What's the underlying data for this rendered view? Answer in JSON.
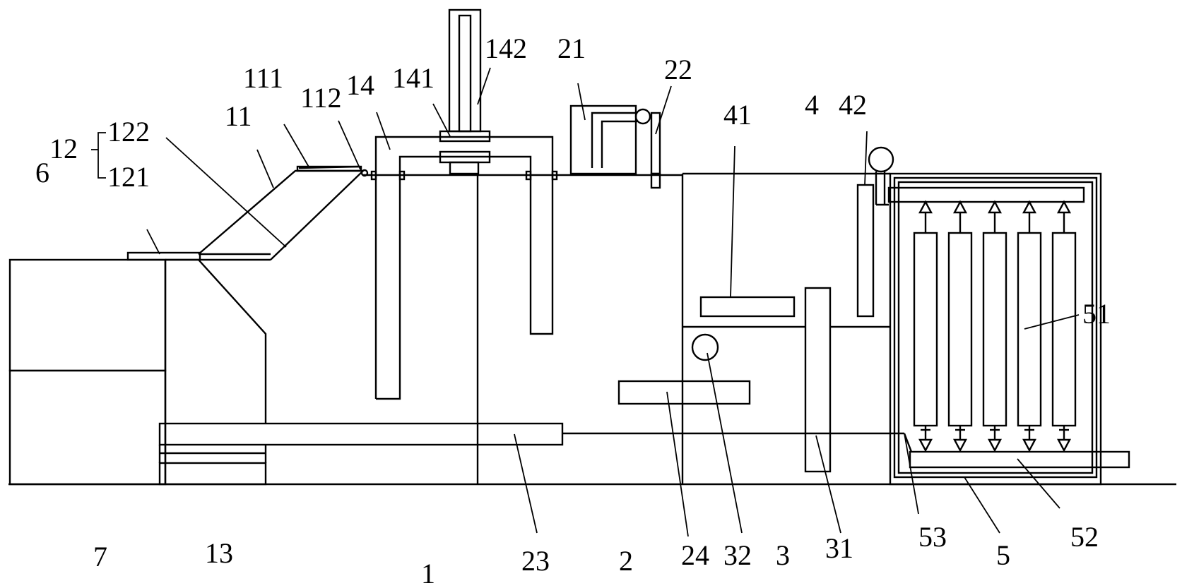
{
  "labels": {
    "l1": "1",
    "l2": "2",
    "l3": "3",
    "l4": "4",
    "l5": "5",
    "l6": "6",
    "l7": "7",
    "l11": "11",
    "l12": "12",
    "l13": "13",
    "l14": "14",
    "l21": "21",
    "l22": "22",
    "l23": "23",
    "l24": "24",
    "l31": "31",
    "l32": "32",
    "l41": "41",
    "l42": "42",
    "l51": "51",
    "l52": "52",
    "l53": "53",
    "l111": "111",
    "l112": "112",
    "l121": "121",
    "l122": "122",
    "l141": "141",
    "l142": "142"
  },
  "filter_columns": 5
}
